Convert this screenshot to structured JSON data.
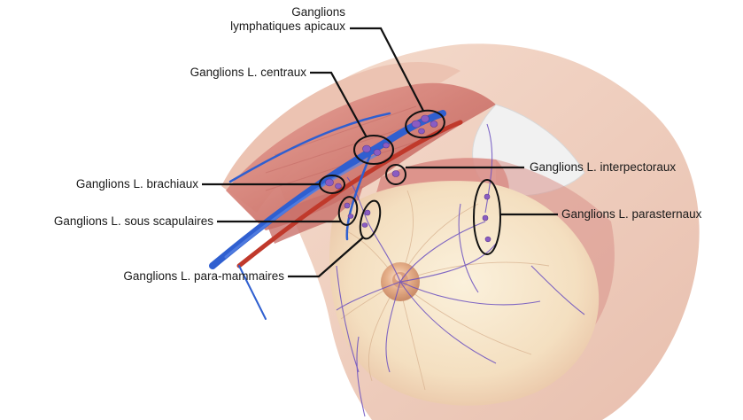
{
  "figure": {
    "labels": {
      "apicaux_line1": "Ganglions",
      "apicaux_line2": "lymphatiques apicaux",
      "centraux": "Ganglions L. centraux",
      "brachiaux": "Ganglions L. brachiaux",
      "sous_scapulaires": "Ganglions L. sous scapulaires",
      "para_mammaires": "Ganglions L. para-mammaires",
      "interpectoraux": "Ganglions L. interpectoraux",
      "parasternaux": "Ganglions L. parasternaux"
    },
    "colors": {
      "skin": "#f2d2c4",
      "muscle": "#d98a82",
      "muscle_dark": "#b85a55",
      "breast_tissue": "#f6e6c8",
      "areola": "#e8b48c",
      "vein_blue": "#2f5fd0",
      "artery_red": "#c0392b",
      "lymph_node": "#8a5cc2",
      "lymph_vessel": "#6a4fc0",
      "leader_line": "#111111"
    }
  }
}
